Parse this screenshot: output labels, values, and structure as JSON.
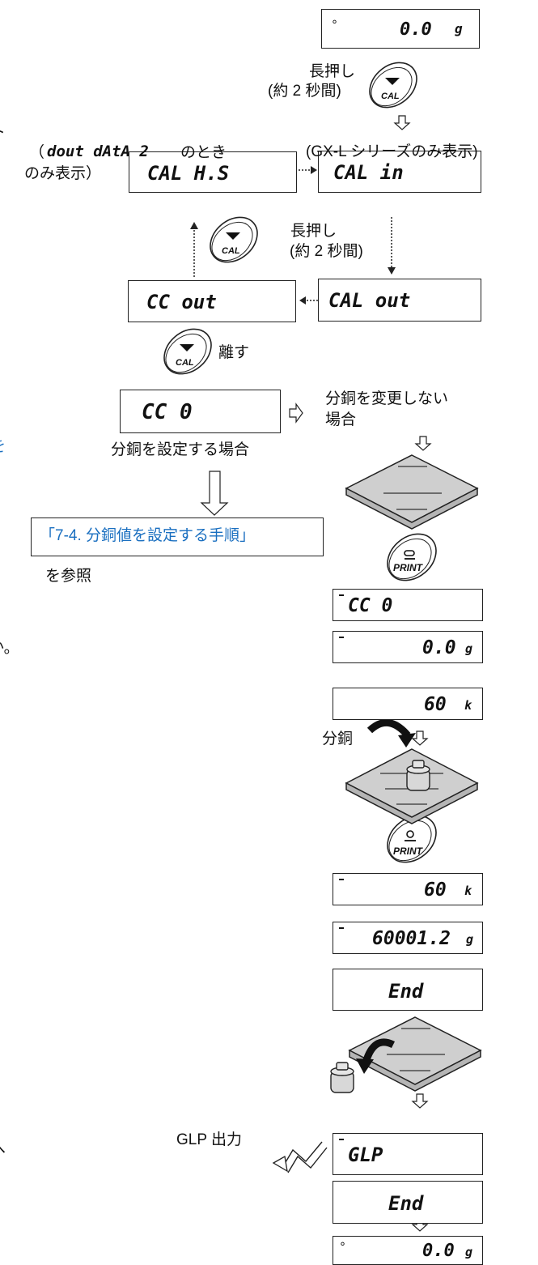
{
  "colors": {
    "link": "#1a6fc0",
    "line": "#222222"
  },
  "labels": {
    "long_press_1": "長押し",
    "about_2s_1": "(約 2 秒間)",
    "dout_prefix": "（",
    "dout_code": "dout dAtA 2",
    "dout_suffix": "のとき",
    "dout_line2": "のみ表示）",
    "gxl_note": "(GX-L シリーズのみ表示)",
    "long_press_2": "長押し",
    "about_2s_2": "(約 2 秒間)",
    "release": "離す",
    "no_change_1": "分銅を変更しない",
    "no_change_2": "場合",
    "set_weight": "分銅を設定する場合",
    "ref_link": "「7-4. 分銅値を設定する手順」",
    "see_ref": "を参照",
    "weight_label": "分銅",
    "glp_output": "GLP 出力",
    "cut_left_1": "。",
    "cut_left_2": "ト",
    "cut_left_3": "を",
    "cut_left_4": "か。",
    "cut_left_5": "へ"
  },
  "buttons": {
    "cal_label": "CAL",
    "print_label": "PRINT"
  },
  "displays": {
    "d1": {
      "text": "0.0",
      "unit": "g"
    },
    "cal_his": {
      "text": "CAL H.S"
    },
    "cal_in": {
      "text": "CAL in"
    },
    "cc_out": {
      "text": "CC out"
    },
    "cal_out": {
      "text": "CAL out"
    },
    "cc0": {
      "text": "CC 0"
    },
    "r_cc0": {
      "text": "CC 0"
    },
    "r_00": {
      "text": "0.0",
      "unit": "g"
    },
    "r_60a": {
      "text": "60",
      "unit": "k"
    },
    "r_60b": {
      "text": "60",
      "unit": "k"
    },
    "r_big": {
      "text": "60001.2",
      "unit": "g"
    },
    "r_end1": {
      "text": "End"
    },
    "r_glp": {
      "text": "GLP"
    },
    "r_end2": {
      "text": "End"
    },
    "r_last": {
      "text": "0.0",
      "unit": "g"
    }
  }
}
